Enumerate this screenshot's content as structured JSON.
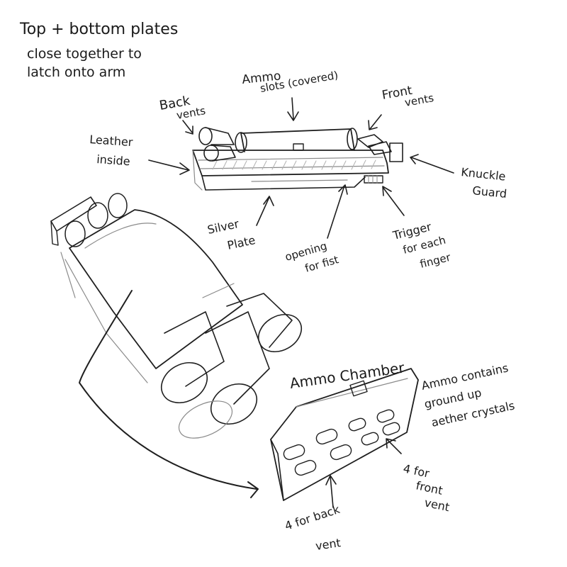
{
  "notes": {
    "title": "Top + bottom plates",
    "line1": "close together to",
    "line2": "latch onto arm"
  },
  "labels": {
    "ammo_slots_1": "Ammo",
    "ammo_slots_2": "slots (covered)",
    "back_vents_1": "Back",
    "back_vents_2": "vents",
    "front_vents_1": "Front",
    "front_vents_2": "vents",
    "leather_1": "Leather",
    "leather_2": "inside",
    "knuckle_1": "Knuckle",
    "knuckle_2": "Guard",
    "silver_1": "Silver",
    "silver_2": "Plate",
    "opening_1": "opening",
    "opening_2": "for fist",
    "trigger_1": "Trigger",
    "trigger_2": "for each",
    "trigger_3": "finger",
    "chamber": "Ammo Chamber",
    "contains_1": "Ammo contains",
    "contains_2": "ground up",
    "contains_3": "aether crystals",
    "front4_1": "4 for",
    "front4_2": "front",
    "front4_3": "vent",
    "back4_1": "4 for back",
    "back4_2": "vent"
  }
}
